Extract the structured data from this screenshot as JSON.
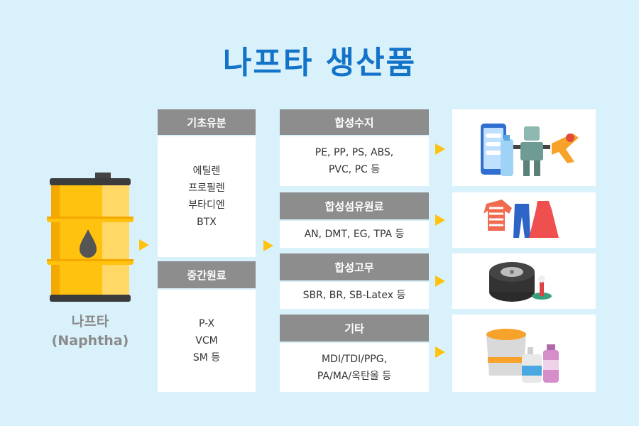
{
  "title": "나프타 생산품",
  "source": {
    "name": "나프타",
    "name_en": "(Naphtha)"
  },
  "basic": {
    "header": "기초유분",
    "items": [
      "에틸렌",
      "프로필렌",
      "부타디엔",
      "BTX"
    ]
  },
  "intermediate": {
    "header": "중간원료",
    "items": [
      "P-X",
      "VCM",
      "SM 등"
    ]
  },
  "products": [
    {
      "header": "합성수지",
      "lines": [
        "PE, PP, PS, ABS,",
        "PVC, PC 등"
      ],
      "icon": "plastic-products-icon"
    },
    {
      "header": "합성섬유원료",
      "lines": [
        "AN, DMT, EG, TPA 등"
      ],
      "icon": "clothing-icon"
    },
    {
      "header": "합성고무",
      "lines": [
        "SBR, BR, SB-Latex  등"
      ],
      "icon": "tire-icon"
    },
    {
      "header": "기타",
      "lines": [
        "MDI/TDI/PPG,",
        "PA/MA/옥탄올 등"
      ],
      "icon": "paint-bucket-icon"
    }
  ],
  "colors": {
    "background": "#d9f1fb",
    "title": "#1373c9",
    "header": "#8d8d8d",
    "arrow": "#ffc20e",
    "barrel": "#ffc20e"
  }
}
